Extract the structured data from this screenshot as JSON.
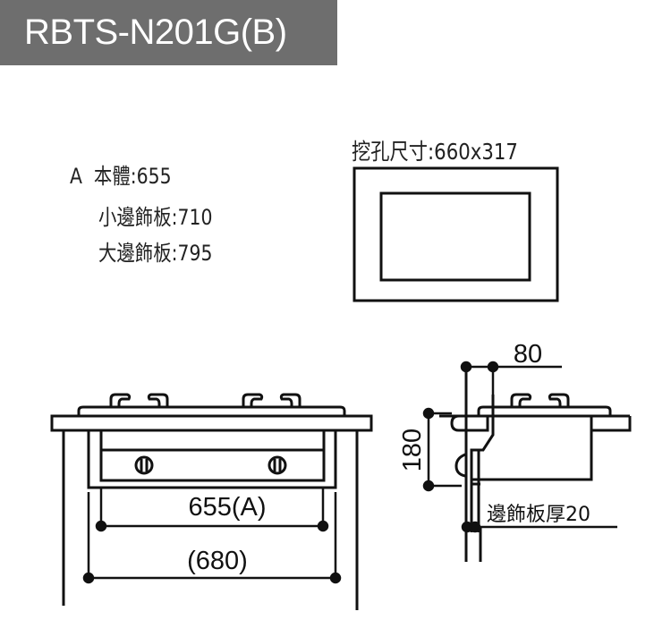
{
  "header": {
    "model": "RBTS-N201G(B)",
    "background_color": "#6e6e6e",
    "text_color": "#ffffff"
  },
  "specs": {
    "prefix": "A",
    "items": [
      {
        "label": "本體",
        "separator": ":",
        "value": "655"
      },
      {
        "label": "小邊飾板",
        "separator": ":",
        "value": "710"
      },
      {
        "label": "大邊飾板",
        "separator": ":",
        "value": "795"
      }
    ]
  },
  "cutout": {
    "label": "挖孔尺寸",
    "separator": ":",
    "value": "660x317"
  },
  "front_view": {
    "dim_body": "655(A)",
    "dim_overall": "(680)"
  },
  "side_view": {
    "dim_top": "80",
    "dim_height": "180",
    "trim_thickness": "邊飾板厚20"
  },
  "colors": {
    "line": "#111111",
    "background": "#ffffff"
  }
}
